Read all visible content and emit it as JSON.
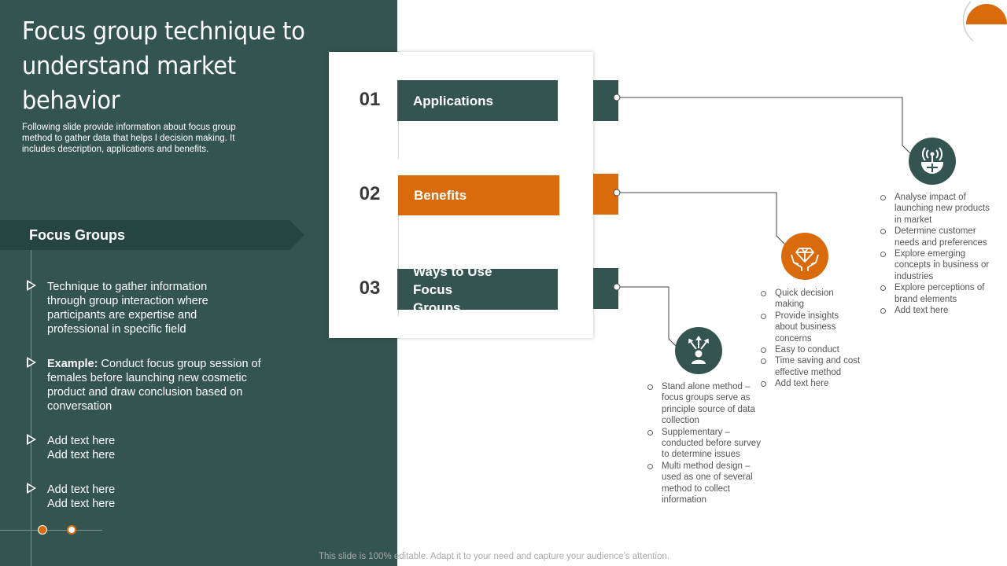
{
  "title": "Focus group technique to understand market behavior",
  "subtitle": "Following slide provide information about focus group method to gather data that helps I decision making. It includes description, applications and benefits.",
  "focus_groups": {
    "heading": "Focus Groups",
    "bullets": [
      {
        "bold": "",
        "text": "Technique to gather information through group interaction where participants are expertise and professional in specific field"
      },
      {
        "bold": "Example:",
        "text": " Conduct focus group session of females before launching new cosmetic product and draw conclusion based on conversation"
      },
      {
        "bold": "",
        "text": "Add text here Add text here"
      },
      {
        "bold": "",
        "text": "Add text here Add text here"
      }
    ]
  },
  "sections": [
    {
      "number": "01",
      "label": "Applications",
      "color": "#34554f",
      "icon": "antenna-globe-icon",
      "items": [
        "Analyse impact of launching new products in market",
        "Determine customer needs and preferences",
        "Explore emerging concepts in business or industries",
        "Explore perceptions of brand elements",
        "Add text here"
      ]
    },
    {
      "number": "02",
      "label": "Benefits",
      "color": "#d96b0c",
      "icon": "diamond-hands-icon",
      "items": [
        "Quick decision making",
        "Provide insights about business concerns",
        "Easy to conduct",
        "Time saving and cost effective method",
        "Add text here"
      ]
    },
    {
      "number": "03",
      "label": "Ways to Use Focus Groups",
      "color": "#34554f",
      "icon": "person-arrows-icon",
      "items": [
        "Stand alone method – focus groups serve as principle source of data collection",
        "Supplementary – conducted before survey to determine issues",
        "Multi method design – used as one of several method to collect information"
      ]
    }
  ],
  "footer": "This slide is 100% editable. Adapt it to your need and capture your audience’s attention.",
  "colors": {
    "dark_green": "#34554f",
    "ribbon": "#264540",
    "orange": "#d96b0c"
  }
}
